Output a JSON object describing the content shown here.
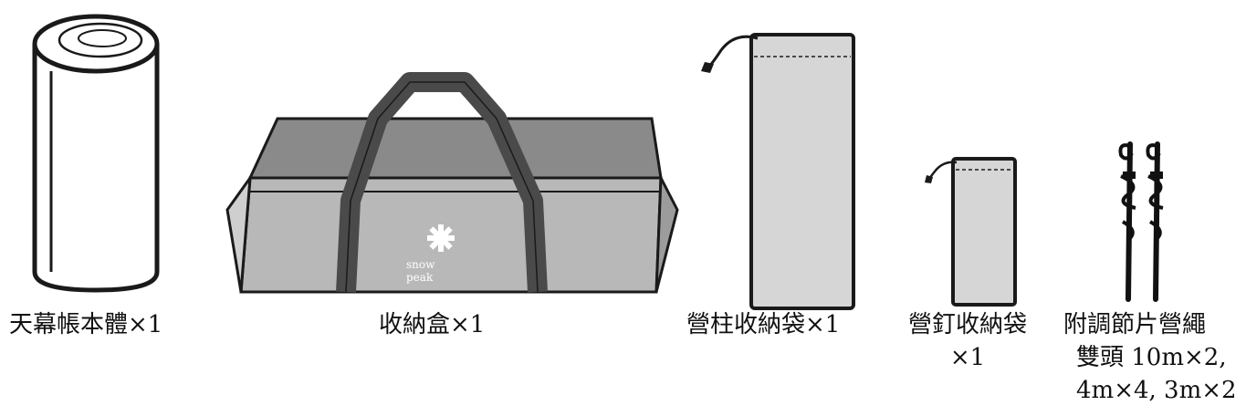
{
  "items": [
    {
      "id": "tent-body",
      "caption_lines": [
        "天幕帳本體×1"
      ]
    },
    {
      "id": "storage-bag",
      "caption_lines": [
        "收納盒×1"
      ],
      "logo_text": "snow peak"
    },
    {
      "id": "pole-bag",
      "caption_lines": [
        "營柱收納袋×1"
      ]
    },
    {
      "id": "peg-bag",
      "caption_lines": [
        "營釘收納袋",
        "×1"
      ]
    },
    {
      "id": "guy-ropes",
      "caption_lines": [
        "附調節片營繩",
        "雙頭 10m×2,",
        "4m×4, 3m×2"
      ]
    }
  ],
  "colors": {
    "outline": "#1a1a1a",
    "bag_grey": "#b8b8b8",
    "bag_light": "#d6d6d6",
    "strap": "#4a4a4a",
    "paper": "#ffffff"
  }
}
